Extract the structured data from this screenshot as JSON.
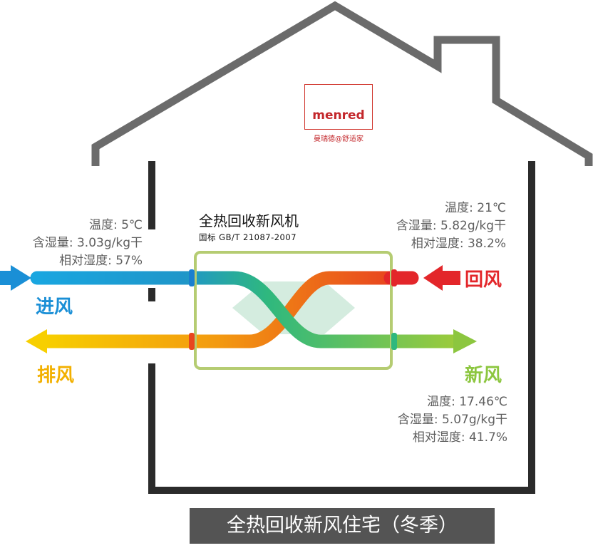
{
  "brand": {
    "name": "menred",
    "tagline": "曼瑞德@舒适家"
  },
  "unit": {
    "title": "全热回收新风机",
    "standard": "国标 GB/T 21087-2007"
  },
  "inlet": {
    "label": "进风",
    "temperature": "温度: 5℃",
    "humidity_ratio": "含湿量: 3.03g/kg干",
    "relative_humidity": "相对湿度: 57%"
  },
  "return_air": {
    "label": "回风",
    "temperature": "温度: 21℃",
    "humidity_ratio": "含湿量: 5.82g/kg干",
    "relative_humidity": "相对湿度: 38.2%"
  },
  "exhaust": {
    "label": "排风"
  },
  "fresh_air": {
    "label": "新风",
    "temperature": "温度: 17.46℃",
    "humidity_ratio": "含湿量: 5.07g/kg干",
    "relative_humidity": "相对湿度: 41.7%"
  },
  "footer": {
    "caption": "全热回收新风住宅（冬季）"
  },
  "colors": {
    "house_outline": "#6b6b6b",
    "inlet": "#1a8fd6",
    "return_air": "#e3262a",
    "exhaust": "#f2b000",
    "fresh_air": "#8cc63f",
    "unit_border": "#b5cc72",
    "exchanger_core": "#cfeadb"
  }
}
